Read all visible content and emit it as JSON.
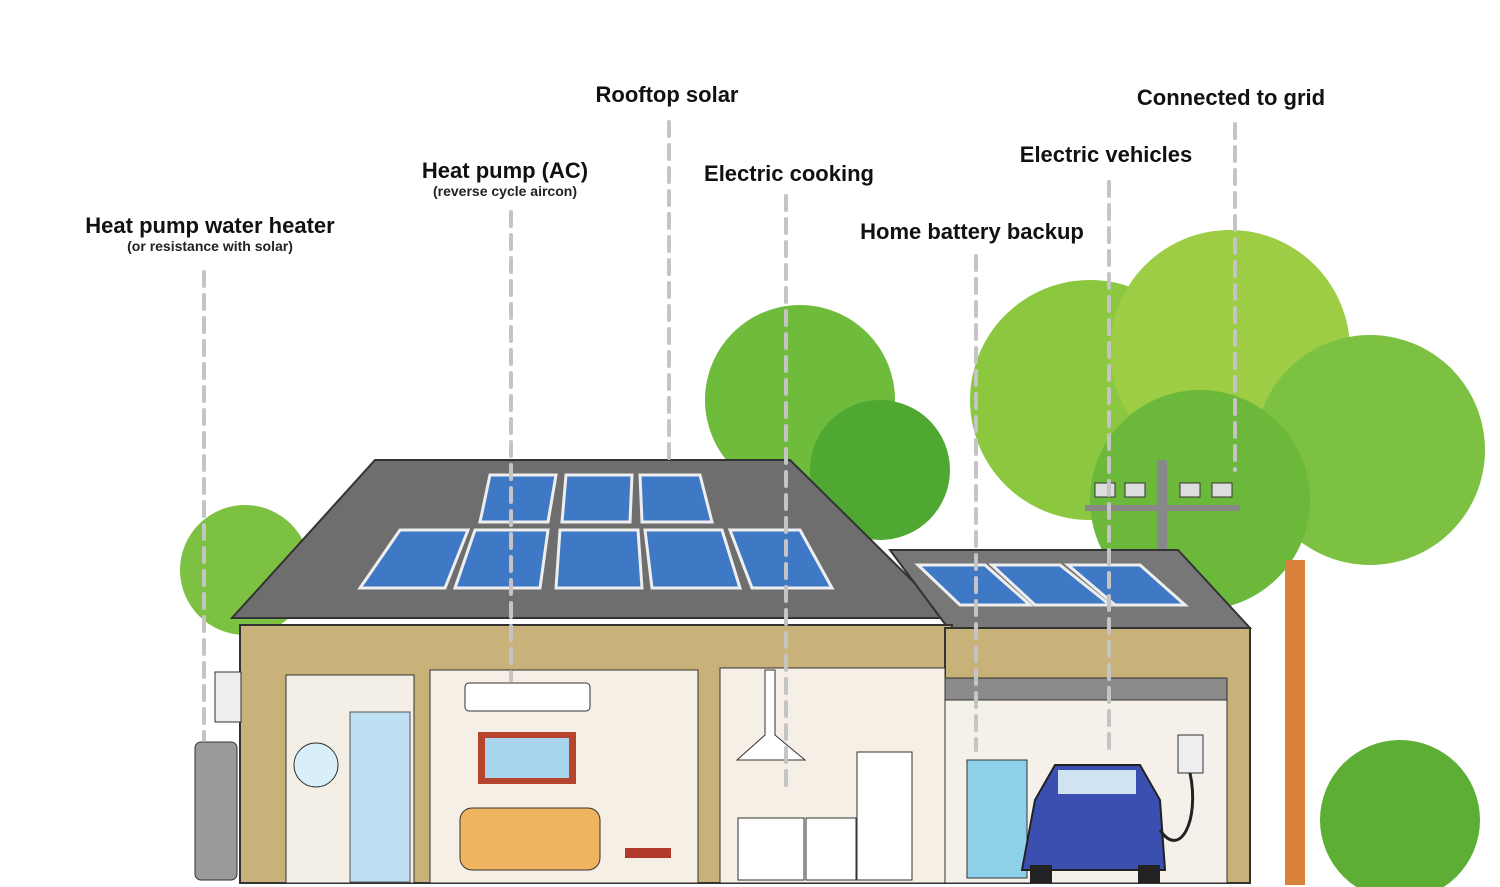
{
  "labels": [
    {
      "id": "water-heater",
      "title": "Heat pump water heater",
      "subtitle": "(or resistance with solar)"
    },
    {
      "id": "heat-pump-ac",
      "title": "Heat pump (AC)",
      "subtitle": "(reverse cycle aircon)"
    },
    {
      "id": "rooftop-solar",
      "title": "Rooftop solar"
    },
    {
      "id": "electric-cooking",
      "title": "Electric cooking"
    },
    {
      "id": "home-battery",
      "title": "Home battery backup"
    },
    {
      "id": "electric-vehicles",
      "title": "Electric vehicles"
    },
    {
      "id": "grid",
      "title": "Connected to grid"
    }
  ],
  "colors": {
    "leader": "#c4c4c4",
    "roof": "#6e6e6e",
    "brick": "#c8b27a",
    "panel": "#3f78c4",
    "tree": "#7cc142",
    "car": "#3a4fb0"
  }
}
